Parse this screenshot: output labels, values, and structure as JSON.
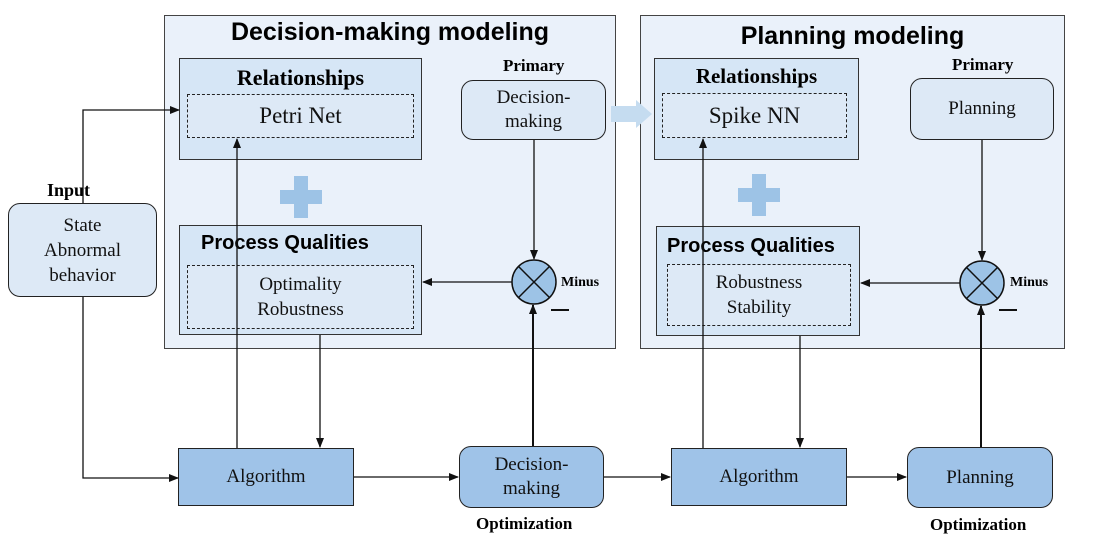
{
  "input": {
    "label": "Input",
    "box_line1": "State",
    "box_line2": "Abnormal",
    "box_line3": "behavior"
  },
  "decision_panel": {
    "title": "Decision-making modeling",
    "relationships_title": "Relationships",
    "relationships_item": "Petri Net",
    "primary_label": "Primary",
    "primary_line1": "Decision-",
    "primary_line2": "making",
    "process_title": "Process Qualities",
    "process_line1": "Optimality",
    "process_line2": "Robustness",
    "minus_label": "Minus"
  },
  "planning_panel": {
    "title": "Planning modeling",
    "relationships_title": "Relationships",
    "relationships_item": "Spike NN",
    "primary_label": "Primary",
    "primary_text": "Planning",
    "process_title": "Process Qualities",
    "process_line1": "Robustness",
    "process_line2": "Stability",
    "minus_label": "Minus"
  },
  "bottom": {
    "algorithm1": "Algorithm",
    "decision_line1": "Decision-",
    "decision_line2": "making",
    "optimization1": "Optimization",
    "algorithm2": "Algorithm",
    "planning": "Planning",
    "optimization2": "Optimization"
  },
  "colors": {
    "panel_fill": "#eaf1fa",
    "box_fill": "#d6e6f6",
    "algorithm_fill": "#9fc3e8",
    "plus_color": "#9dc3e6",
    "summing_fill": "#9dc3e6"
  }
}
